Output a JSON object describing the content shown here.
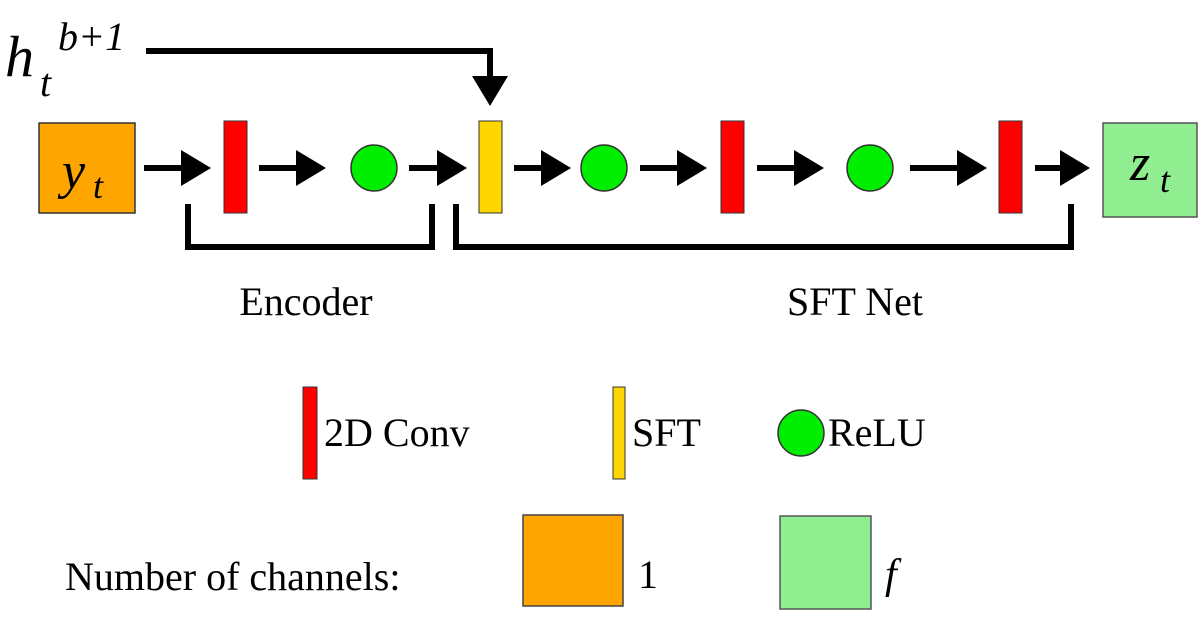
{
  "diagram": {
    "input": {
      "symbol": "y",
      "subscript": "t",
      "color": "#FFA500"
    },
    "output": {
      "symbol": "z",
      "subscript": "t",
      "color": "#90EE90"
    },
    "condition": {
      "symbol": "h",
      "subscript": "t",
      "superscript": "b+1"
    },
    "pipeline": [
      {
        "type": "conv",
        "label": "2D Conv"
      },
      {
        "type": "relu",
        "label": "ReLU"
      },
      {
        "type": "sft",
        "label": "SFT"
      },
      {
        "type": "relu",
        "label": "ReLU"
      },
      {
        "type": "conv",
        "label": "2D Conv"
      },
      {
        "type": "relu",
        "label": "ReLU"
      },
      {
        "type": "conv",
        "label": "2D Conv"
      }
    ],
    "groups": [
      {
        "label": "Encoder"
      },
      {
        "label": "SFT Net"
      }
    ],
    "colors": {
      "conv": "#FF0000",
      "sft": "#FFD700",
      "relu": "#00EE00"
    }
  },
  "legend": {
    "items": [
      {
        "type": "conv",
        "label": "2D Conv"
      },
      {
        "type": "sft",
        "label": "SFT"
      },
      {
        "type": "relu",
        "label": "ReLU"
      }
    ],
    "channels_label": "Number of channels:",
    "channels": [
      {
        "color": "#FFA500",
        "value": "1"
      },
      {
        "color": "#90EE90",
        "value": "f"
      }
    ]
  }
}
